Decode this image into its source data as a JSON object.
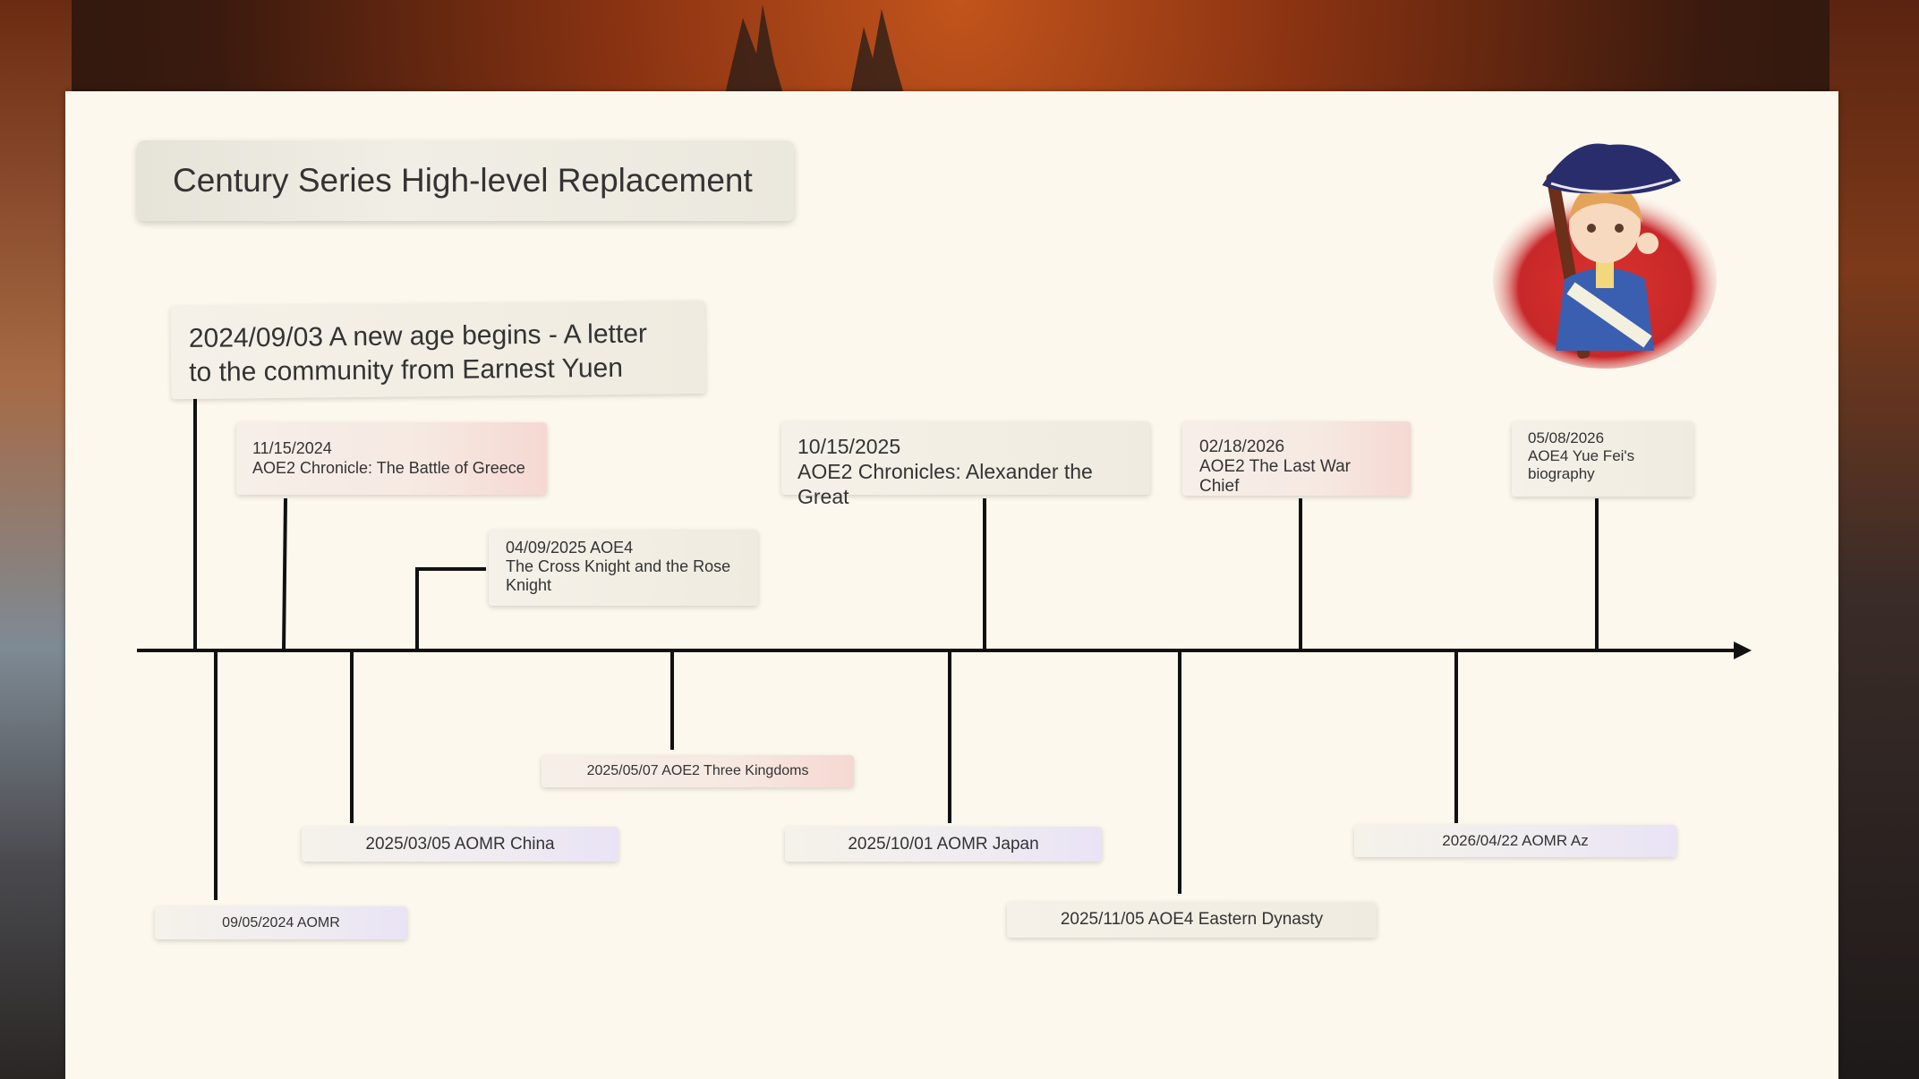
{
  "title": "Century Series High-level Replacement",
  "colors": {
    "slide_background": "#fcf8ee",
    "line": "#111111",
    "card_pink_tint": "#f6d8d2",
    "card_lavender_tint": "#e9e3f5"
  },
  "events_above": [
    {
      "date": "2024/09/03",
      "label": "2024/09/03 A new age begins - A letter to the community from Earnest Yuen"
    },
    {
      "date": "11/15/2024",
      "label": "AOE2 Chronicle: The Battle of Greece"
    },
    {
      "date": "04/09/2025",
      "label": "AOE4 The Cross Knight and the Rose Knight"
    },
    {
      "date": "10/15/2025",
      "label": "AOE2 Chronicles: Alexander the Great"
    },
    {
      "date": "02/18/2026",
      "label": "AOE2 The Last War Chief"
    },
    {
      "date": "05/08/2026",
      "label": "AOE4 Yue Fei's biography"
    }
  ],
  "card_texts": {
    "big": [
      "2024/09/03 A new age begins - A letter",
      "to the community from Earnest Yuen"
    ],
    "c2_first": "04/09/2025 AOE4",
    "c2_rest": [
      "The Cross Knight and the Rose",
      "Knight"
    ],
    "c5_rest": [
      "AOE4 Yue Fei's",
      "biography"
    ]
  },
  "events_below": [
    {
      "label": "09/05/2024 AOMR"
    },
    {
      "label": "2025/03/05 AOMR China"
    },
    {
      "label": "2025/05/07 AOE2 Three Kingdoms"
    },
    {
      "label": "2025/10/01 AOMR Japan"
    },
    {
      "label": "2025/11/05 AOE4 Eastern Dynasty"
    },
    {
      "label": "2026/04/22 AOMR Az"
    }
  ],
  "mascot": {
    "icon": "tricorne-soldier-mascot"
  }
}
